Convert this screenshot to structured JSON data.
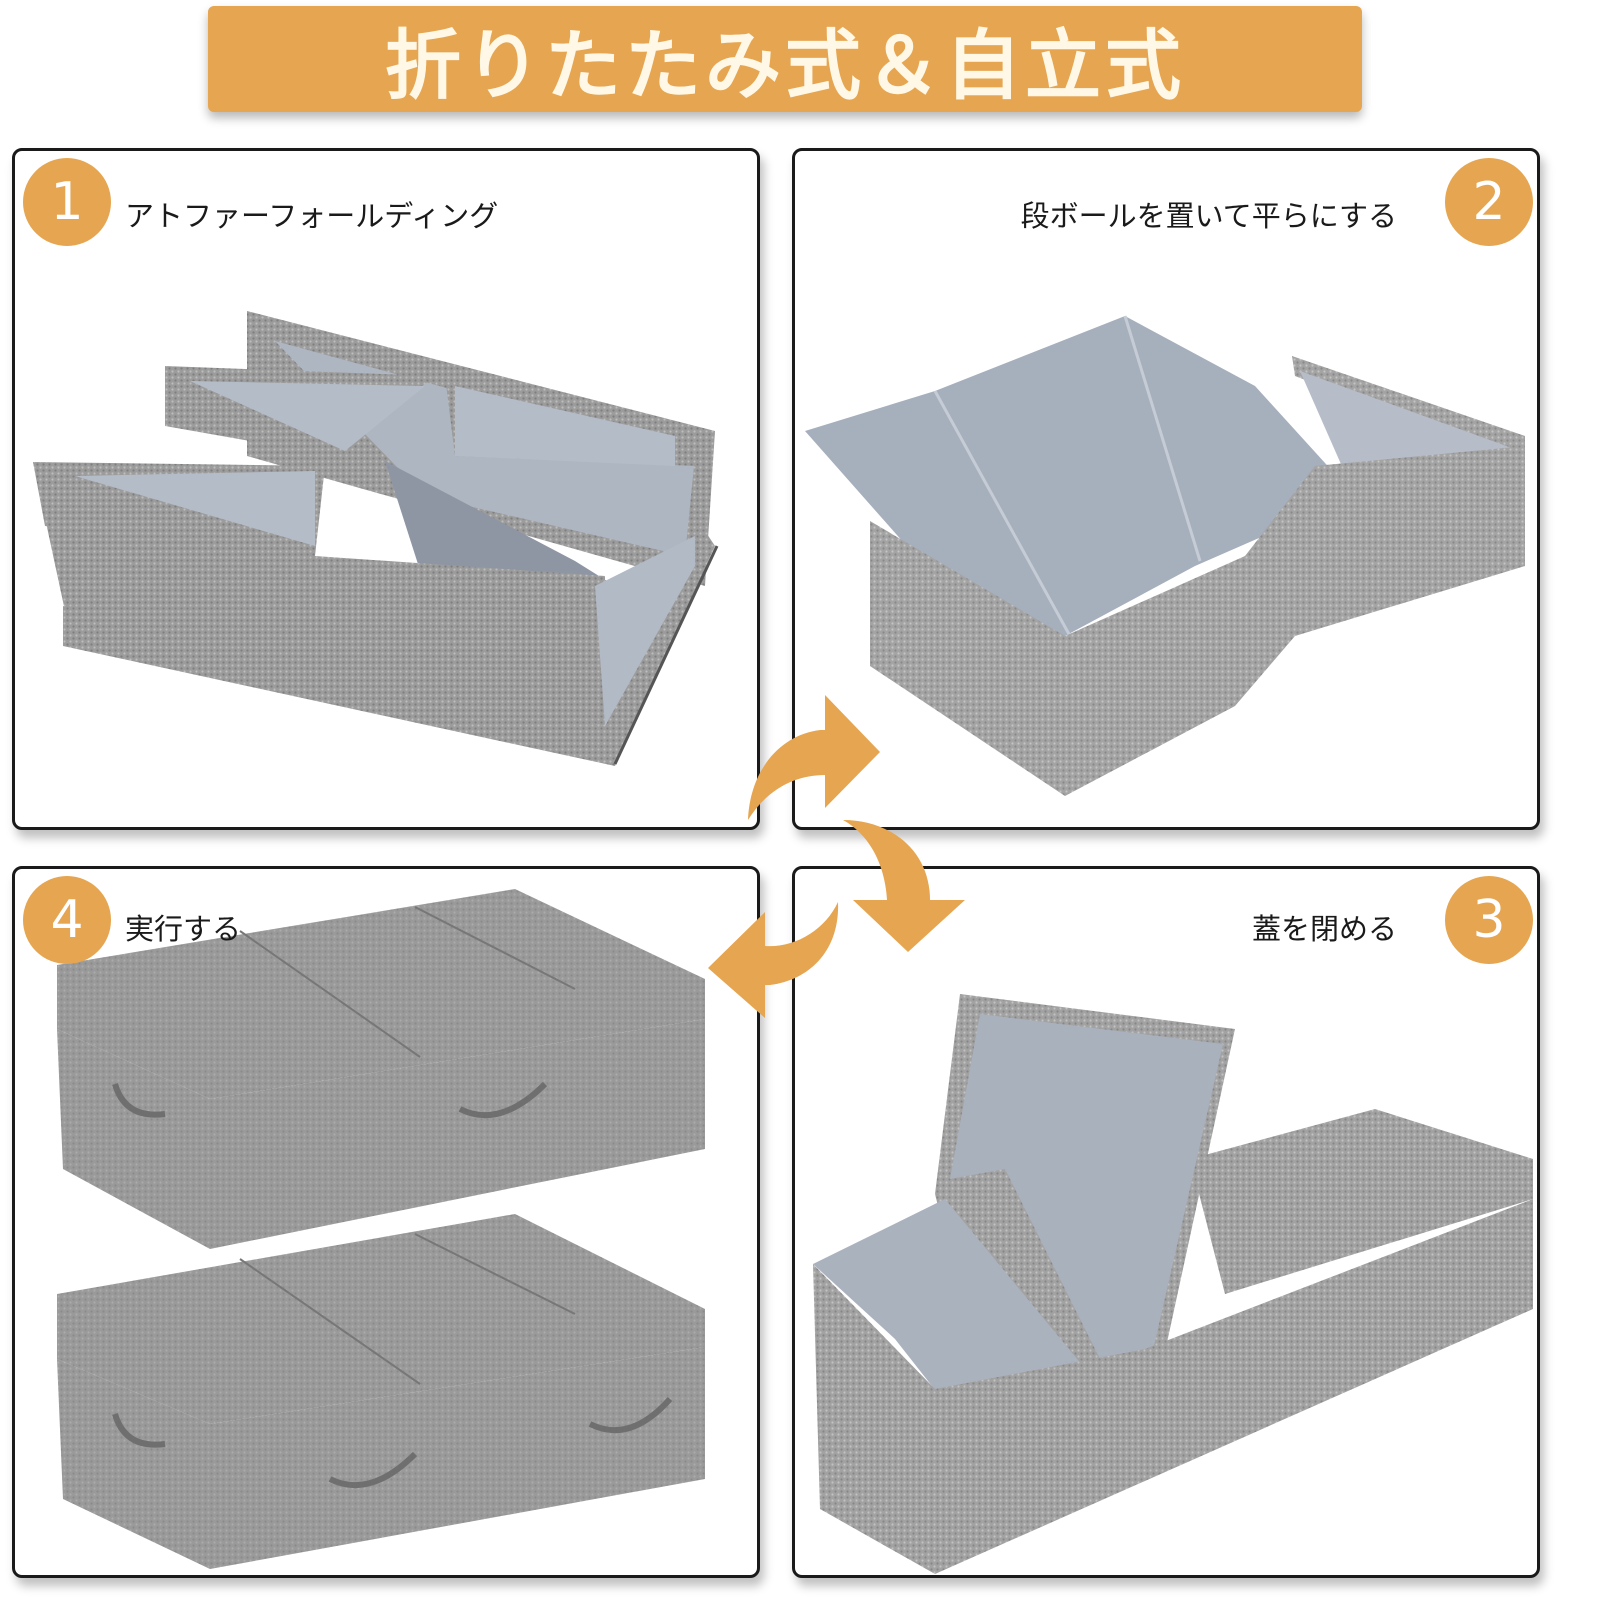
{
  "banner": {
    "title": "折りたたみ式＆自立式"
  },
  "colors": {
    "accent_orange": "#E6A550",
    "fabric_gray": "#9e9e9e",
    "lining_blue_gray": "#aab2bf",
    "panel_border": "#1a1a1a"
  },
  "steps": [
    {
      "number": "1",
      "caption": "アトファーフォールディング",
      "icon": "folded-storage-box-illustration"
    },
    {
      "number": "2",
      "caption": "段ボールを置いて平らにする",
      "icon": "box-with-cardboard-insert-illustration"
    },
    {
      "number": "3",
      "caption": "蓋を閉める",
      "icon": "box-with-open-lid-illustration"
    },
    {
      "number": "4",
      "caption": "実行する",
      "icon": "two-closed-storage-boxes-illustration"
    }
  ],
  "flow_arrows": [
    "arrow-right-curved",
    "arrow-down-curved",
    "arrow-left-curved"
  ]
}
